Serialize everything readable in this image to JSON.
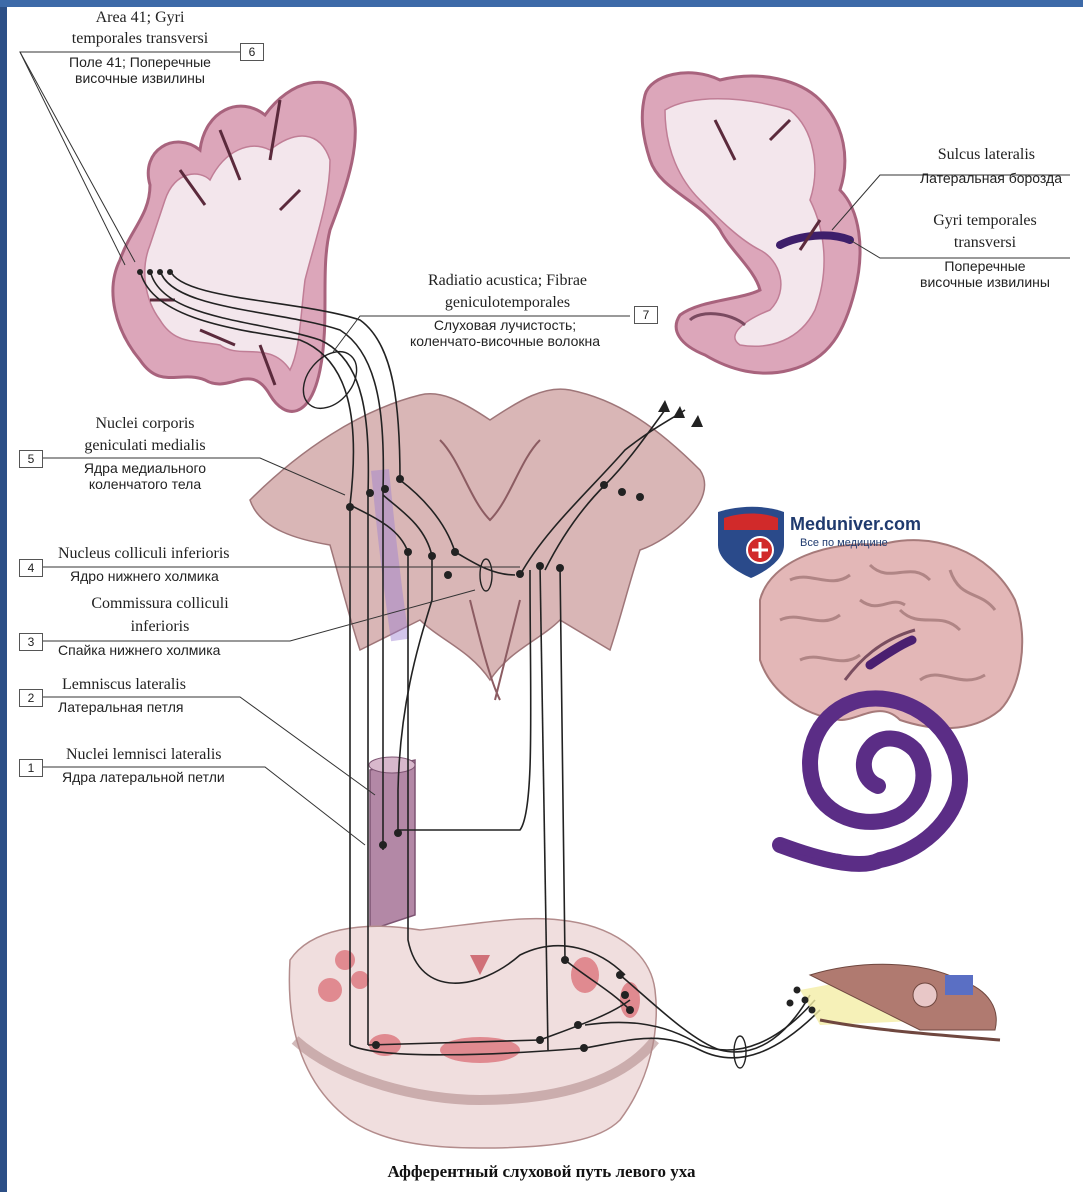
{
  "labels": {
    "area41": {
      "lat1": "Area 41; Gyri",
      "lat2": "temporales transversi",
      "ru1": "Поле 41; Поперечные",
      "ru2": "височные извилины",
      "num": "6"
    },
    "sulcus": {
      "lat": "Sulcus lateralis",
      "ru": "Латеральная борозда"
    },
    "gyri_right": {
      "lat1": "Gyri temporales",
      "lat2": "transversi",
      "ru1": "Поперечные",
      "ru2": "височные извилины"
    },
    "radiatio": {
      "lat1": "Radiatio acustica; Fibrae",
      "lat2": "geniculotemporales",
      "ru1": "Слуховая лучистость;",
      "ru2": "коленчато-височные волокна",
      "num": "7"
    },
    "nuclei_geniculati": {
      "lat1": "Nuclei corporis",
      "lat2": "geniculati medialis",
      "ru1": "Ядра медиального",
      "ru2": "коленчатого тела",
      "num": "5"
    },
    "nucleus_colliculi": {
      "lat": "Nucleus colliculi inferioris",
      "ru": "Ядро нижнего холмика",
      "num": "4"
    },
    "commissura": {
      "lat1": "Commissura colliculi",
      "lat2": "inferioris",
      "ru": "Спайка нижнего холмика",
      "num": "3"
    },
    "lemniscus": {
      "lat": "Lemniscus lateralis",
      "ru": "Латеральная петля",
      "num": "2"
    },
    "nuclei_lemnisci": {
      "lat": "Nuclei lemnisci lateralis",
      "ru": "Ядра латеральной петли",
      "num": "1"
    }
  },
  "logo": {
    "name": "Meduniver.com",
    "tagline": "Все по медицине"
  },
  "caption": "Афферентный слуховой путь левого уха",
  "colors": {
    "cortex": "#d9a0b4",
    "brainstem": "#c8a09e",
    "purple": "#5a2a7a",
    "frame": "#2c4f86"
  }
}
